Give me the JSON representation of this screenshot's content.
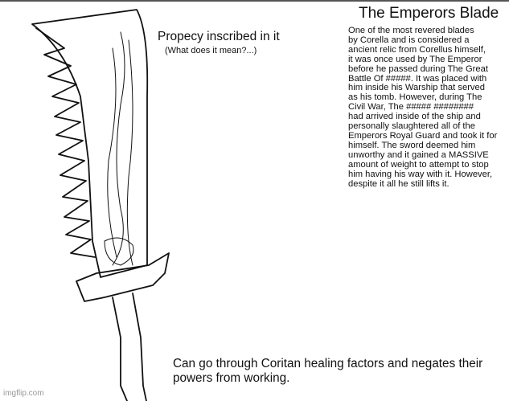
{
  "title": "The Emperors Blade",
  "description": "One of the most revered blades\nby Corella and is considered a\nancient relic from Corellus himself,\nit was once used by The Emperor\nbefore he passed during The Great\n Battle Of #####. It was placed with\nhim inside his Warship that served\nas his tomb. However, during The\nCivil War, The ##### ########\nhad arrived inside of the ship and\npersonally slaughtered all of the\nEmperors Royal Guard and took it for\nhimself. The sword deemed him\nunworthy and it gained a MASSIVE\namount of weight to attempt to stop\nhim having his way with it. However,\ndespite it all he still lifts it.",
  "prophecy_label": "Propecy inscribed in it",
  "prophecy_question": "(What does it mean?...)",
  "bottom_note": "Can go through Coritan healing factors and negates their powers from working.",
  "watermark": "imgflip.com"
}
